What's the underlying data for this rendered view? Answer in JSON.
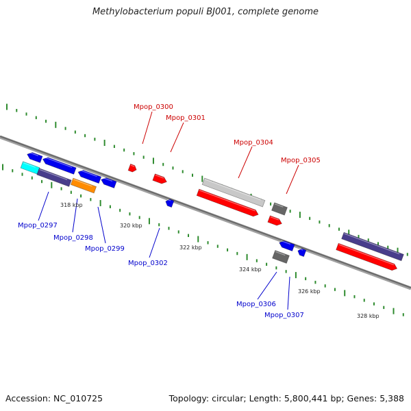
{
  "title": "Methylobacterium populi BJ001, complete genome",
  "footer": {
    "accession": "Accession: NC_010725",
    "topology": "Topology: circular; Length: 5,800,441 bp; Genes: 5,388"
  },
  "colors": {
    "forward_label": "#cc0000",
    "reverse_label": "#0000cc",
    "backbone": "#808080",
    "tick": "#2e8b2e",
    "red": "#ff0000",
    "blue": "#0000ee",
    "navy": "#483d8b",
    "light_gray": "#c8c8c8",
    "dark_gray": "#666666",
    "cyan": "#00ffff",
    "orange": "#ff8c00"
  },
  "scale_labels": [
    "318 kbp",
    "320 kbp",
    "322 kbp",
    "324 kbp",
    "326 kbp",
    "328 kbp"
  ],
  "forward_genes": [
    {
      "label": "Mpop_0300",
      "strand": "forward"
    },
    {
      "label": "Mpop_0301",
      "strand": "forward"
    },
    {
      "label": "Mpop_0304",
      "strand": "forward"
    },
    {
      "label": "Mpop_0305",
      "strand": "forward"
    }
  ],
  "reverse_genes": [
    {
      "label": "Mpop_0297",
      "strand": "reverse"
    },
    {
      "label": "Mpop_0298",
      "strand": "reverse"
    },
    {
      "label": "Mpop_0299",
      "strand": "reverse"
    },
    {
      "label": "Mpop_0302",
      "strand": "reverse"
    },
    {
      "label": "Mpop_0306",
      "strand": "reverse"
    },
    {
      "label": "Mpop_0307",
      "strand": "reverse"
    }
  ]
}
